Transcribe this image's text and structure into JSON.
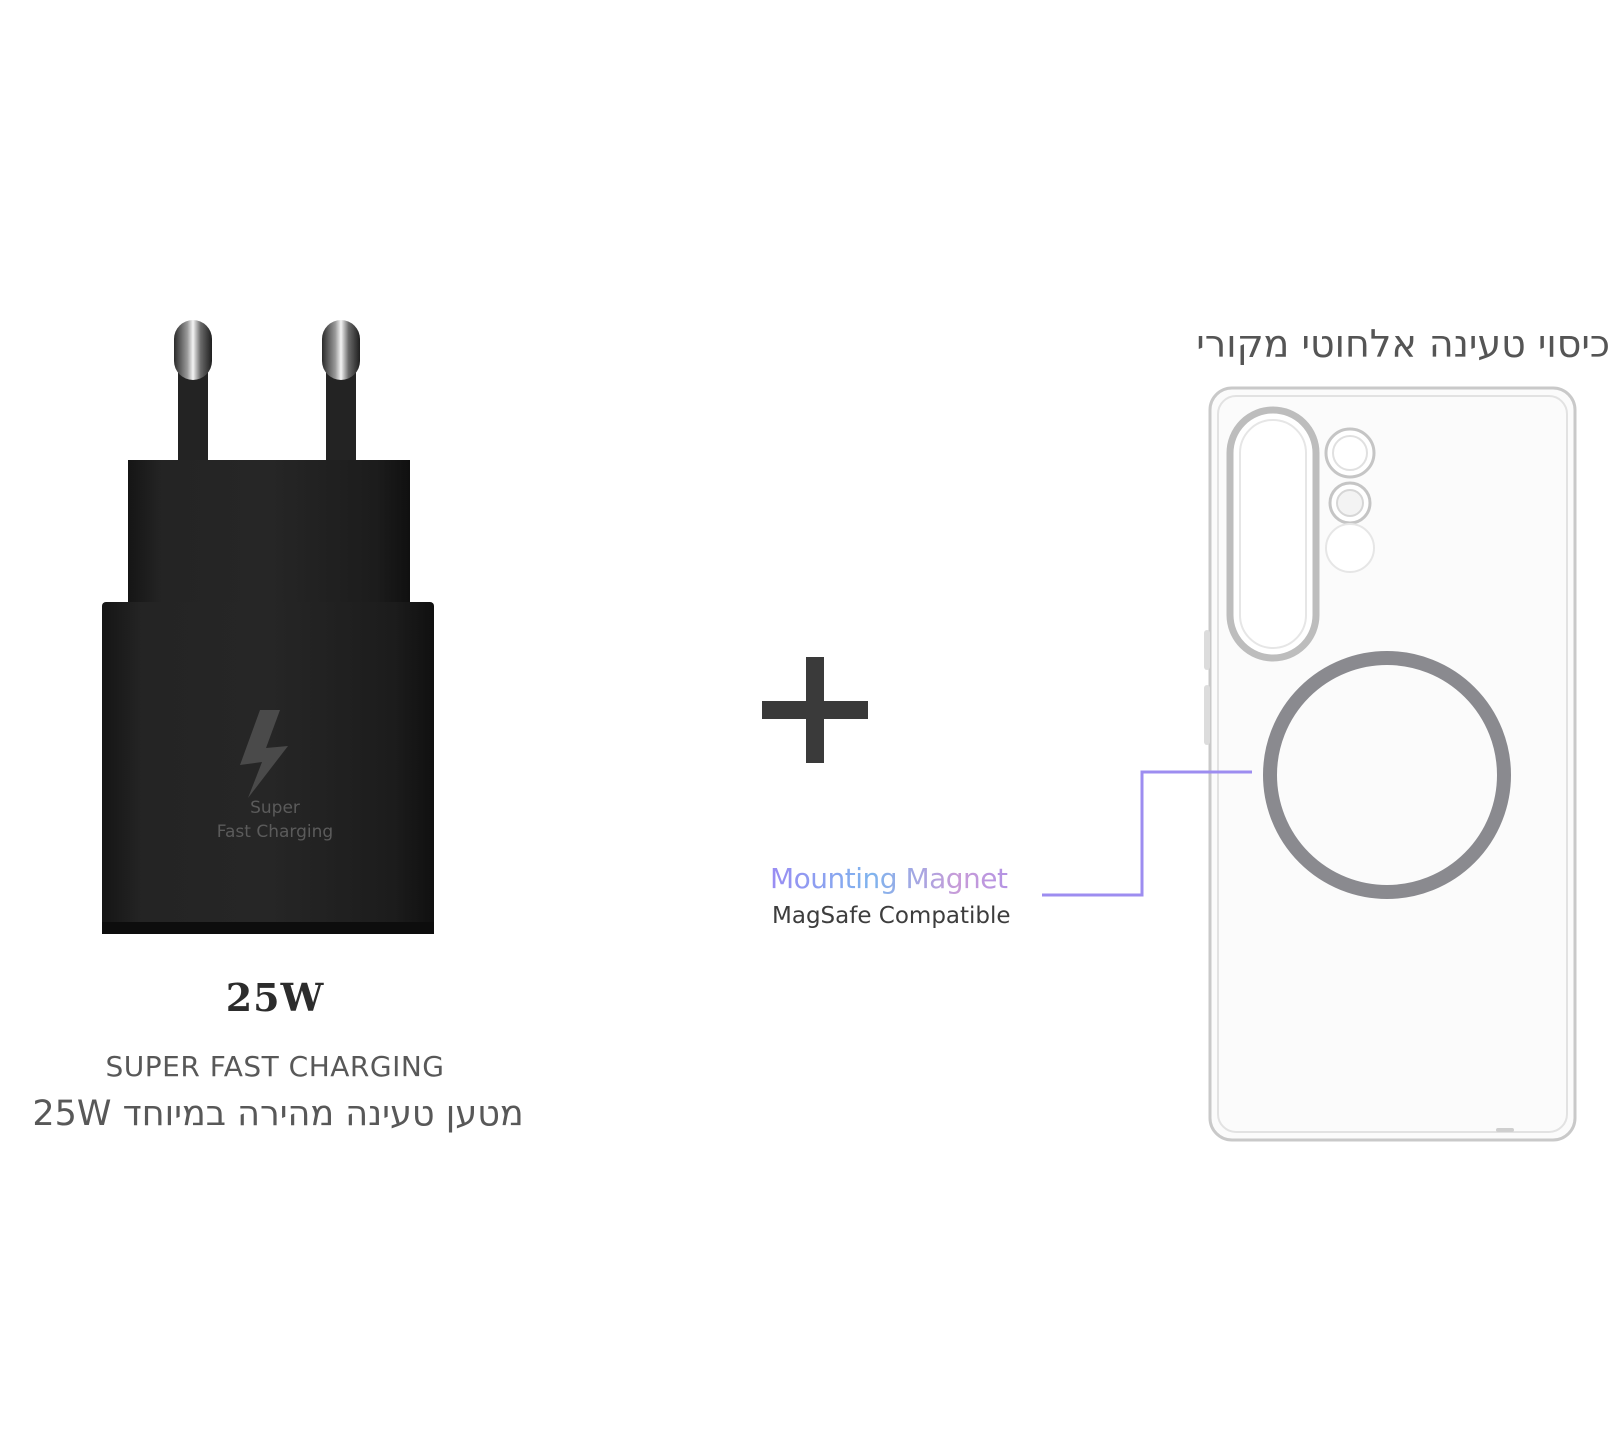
{
  "charger": {
    "device_line1": "Super",
    "device_line2": "Fast Charging",
    "power_title": "25W",
    "caption_en": "SUPER FAST CHARGING",
    "caption_he": "מטען טעינה מהירה במיוחד 25W",
    "body_color": "#1f1f1f",
    "icon": "lightning-bolt-icon"
  },
  "connector": {
    "icon": "plus-icon"
  },
  "case": {
    "title_he": "כיסוי טעינה אלחוטי מקורי",
    "ring_color": "#8a8a8f",
    "magnet_title": "Mounting Magnet",
    "magnet_subtitle": "MagSafe Compatible",
    "leader_color": "#9d8df0"
  }
}
